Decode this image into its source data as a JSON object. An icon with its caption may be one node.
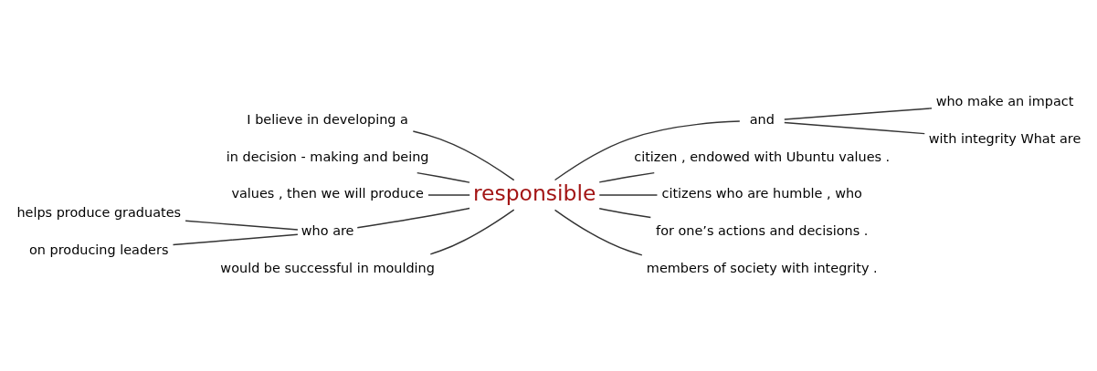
{
  "diagram": {
    "nodes": [
      {
        "text": [
          "I believe in developing a"
        ]
      },
      {
        "text": [
          "in decision - making and being"
        ]
      },
      {
        "text": [
          "values , then we will produce"
        ]
      },
      {
        "text": [
          "helps produce graduates"
        ]
      },
      {
        "text": [
          "who are"
        ]
      },
      {
        "text": [
          "on producing leaders"
        ]
      },
      {
        "text": [
          "would be successful in moulding"
        ]
      },
      {
        "text": [
          "responsible"
        ]
      },
      {
        "text": [
          "and"
        ]
      },
      {
        "text": [
          "who make an impact"
        ]
      },
      {
        "text": [
          "with integrity What are"
        ]
      },
      {
        "text": [
          "citizen , endowed with Ubuntu values ."
        ]
      },
      {
        "text": [
          "citizens who are humble , who"
        ]
      },
      {
        "text": [
          "for one’s actions and decisions ."
        ]
      },
      {
        "text": [
          "members of society with integrity ."
        ]
      }
    ],
    "edges": [
      {
        "from": 0,
        "to": 7,
        "arrow": "none"
      },
      {
        "from": 1,
        "to": 7,
        "arrow": "none"
      },
      {
        "from": 2,
        "to": 7,
        "arrow": "none"
      },
      {
        "from": 3,
        "to": 4,
        "arrow": "none"
      },
      {
        "from": 5,
        "to": 4,
        "arrow": "none"
      },
      {
        "from": 4,
        "to": 7,
        "arrow": "none"
      },
      {
        "from": 6,
        "to": 7,
        "arrow": "none"
      },
      {
        "from": 7,
        "to": 8,
        "arrow": "none"
      },
      {
        "from": 8,
        "to": 9,
        "arrow": "none"
      },
      {
        "from": 8,
        "to": 10,
        "arrow": "none"
      },
      {
        "from": 7,
        "to": 11,
        "arrow": "none"
      },
      {
        "from": 7,
        "to": 12,
        "arrow": "none"
      },
      {
        "from": 7,
        "to": 13,
        "arrow": "none"
      },
      {
        "from": 7,
        "to": 14,
        "arrow": "none"
      }
    ]
  }
}
